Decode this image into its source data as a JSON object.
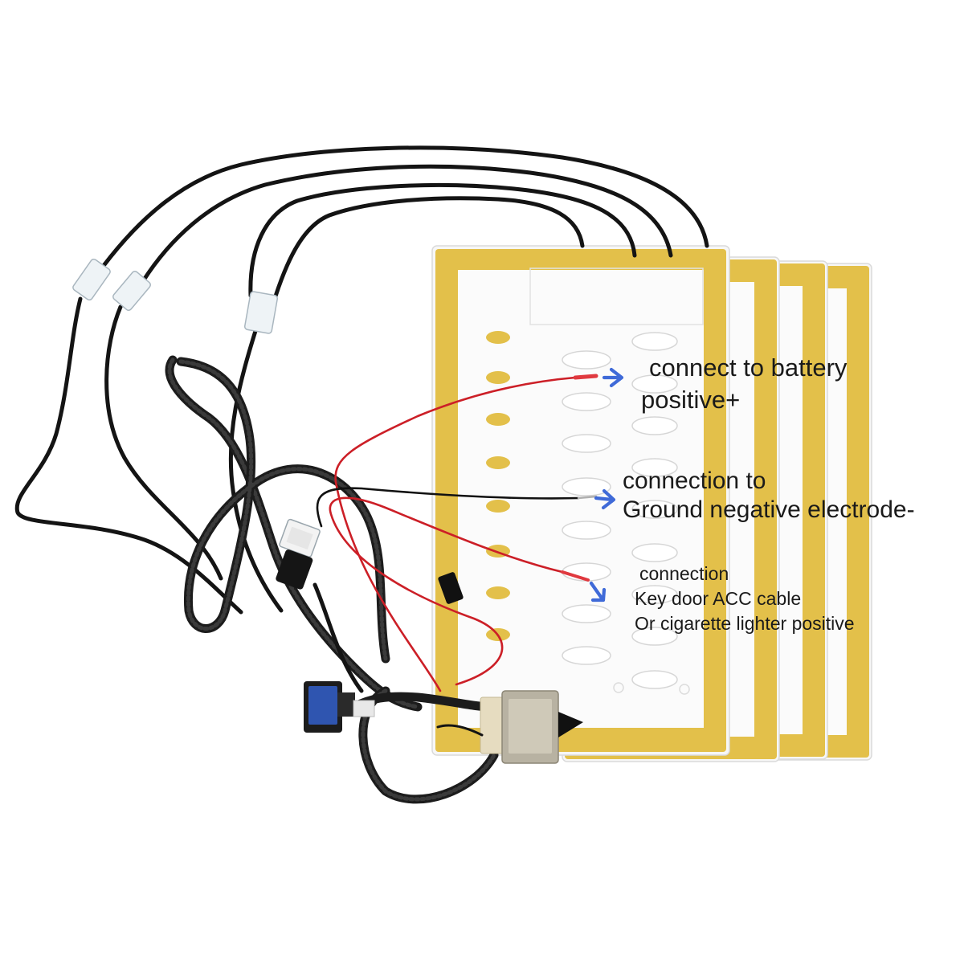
{
  "annotations": {
    "battery": {
      "lines": [
        "connect to battery",
        "positive+"
      ]
    },
    "ground": {
      "lines": [
        "connection to",
        "Ground negative electrode-"
      ]
    },
    "acc": {
      "lines": [
        "connection",
        "Key door ACC cable",
        "Or cigarette lighter positive"
      ]
    }
  },
  "colors": {
    "pad_frame": "#e3c04a",
    "cable": "#141414",
    "red_wire": "#cc1f27",
    "arrow": "#3f6ad8",
    "annotation_text": "#1a1a1a",
    "switch": "#2f55b0"
  }
}
